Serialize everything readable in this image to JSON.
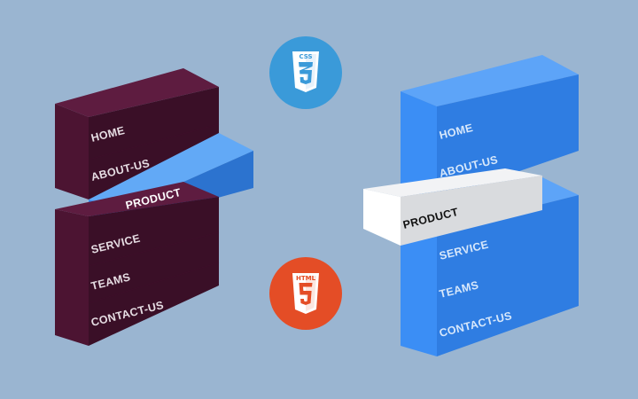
{
  "menu_left": {
    "items": [
      "HOME",
      "ABOUT-US",
      "PRODUCT",
      "SERVICE",
      "TEAMS",
      "CONTACT-US"
    ],
    "active_item": "PRODUCT",
    "colors": {
      "block_front": "#4c1432",
      "block_top": "#5e1c40",
      "block_side": "#3a0f27",
      "text": "#e6dde3",
      "active_front": "#3b8ef0",
      "active_top": "#62a9f6",
      "active_side": "#2c73cf",
      "active_text": "#ffffff"
    }
  },
  "menu_right": {
    "items": [
      "HOME",
      "ABOUT-US",
      "PRODUCT",
      "SERVICE",
      "TEAMS",
      "CONTACT-US"
    ],
    "active_item": "PRODUCT",
    "colors": {
      "block_front": "#3b8ef5",
      "block_top": "#5da4f8",
      "block_side": "#2f7de2",
      "text": "#d8e8fb",
      "active_front": "#ffffff",
      "active_top": "#f2f3f5",
      "active_side": "#d9dbde",
      "active_text": "#111111"
    }
  },
  "logos": {
    "css": {
      "text": "CSS",
      "icon": "css3-icon",
      "color": "#3a9ad9"
    },
    "html": {
      "text": "HTML",
      "icon": "html5-icon",
      "color": "#e44d26"
    }
  }
}
